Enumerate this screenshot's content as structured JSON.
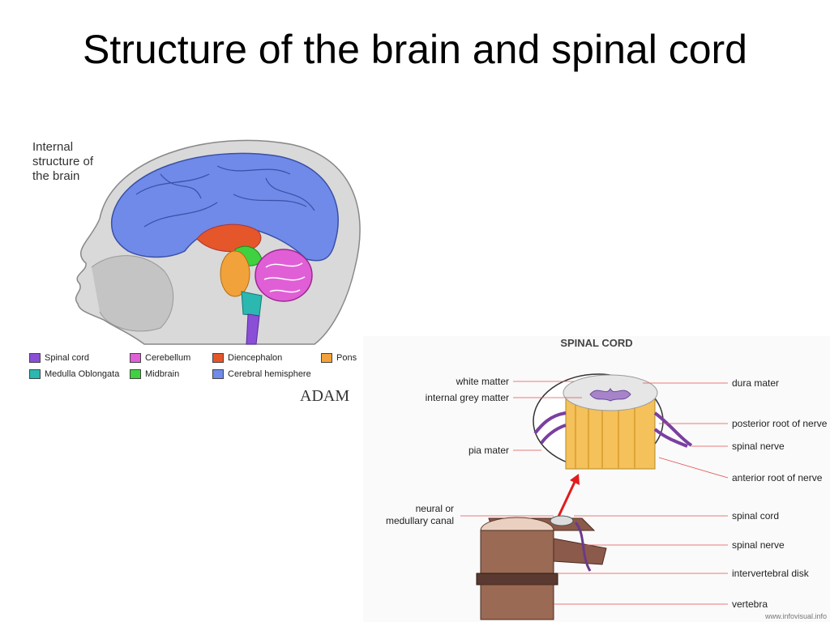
{
  "slide": {
    "title": "Structure of the brain and spinal cord"
  },
  "brain_figure": {
    "caption": "Internal structure of the brain",
    "caption_lines": [
      "Internal",
      "structure of",
      "the brain"
    ],
    "credit": "ADAM",
    "legend": [
      {
        "label": "Spinal cord",
        "color": "#8a4fd6"
      },
      {
        "label": "Cerebellum",
        "color": "#e05fd6"
      },
      {
        "label": "Diencephalon",
        "color": "#e5562a"
      },
      {
        "label": "Pons",
        "color": "#f2a23a"
      },
      {
        "label": "Medulla Oblongata",
        "color": "#2ab8b0"
      },
      {
        "label": "Midbrain",
        "color": "#3fd13f"
      },
      {
        "label": "Cerebral hemisphere",
        "color": "#6f8ae8"
      }
    ]
  },
  "spine_figure": {
    "title": "SPINAL CORD",
    "labels_left": [
      "white matter",
      "internal grey matter",
      "pia mater",
      "neural or",
      "medullary canal"
    ],
    "labels_right": [
      "dura mater",
      "posterior root of nerve",
      "spinal nerve",
      "anterior root of nerve",
      "spinal cord",
      "spinal nerve",
      "intervertebral disk",
      "vertebra"
    ],
    "credit": "www.infovisual.info"
  }
}
